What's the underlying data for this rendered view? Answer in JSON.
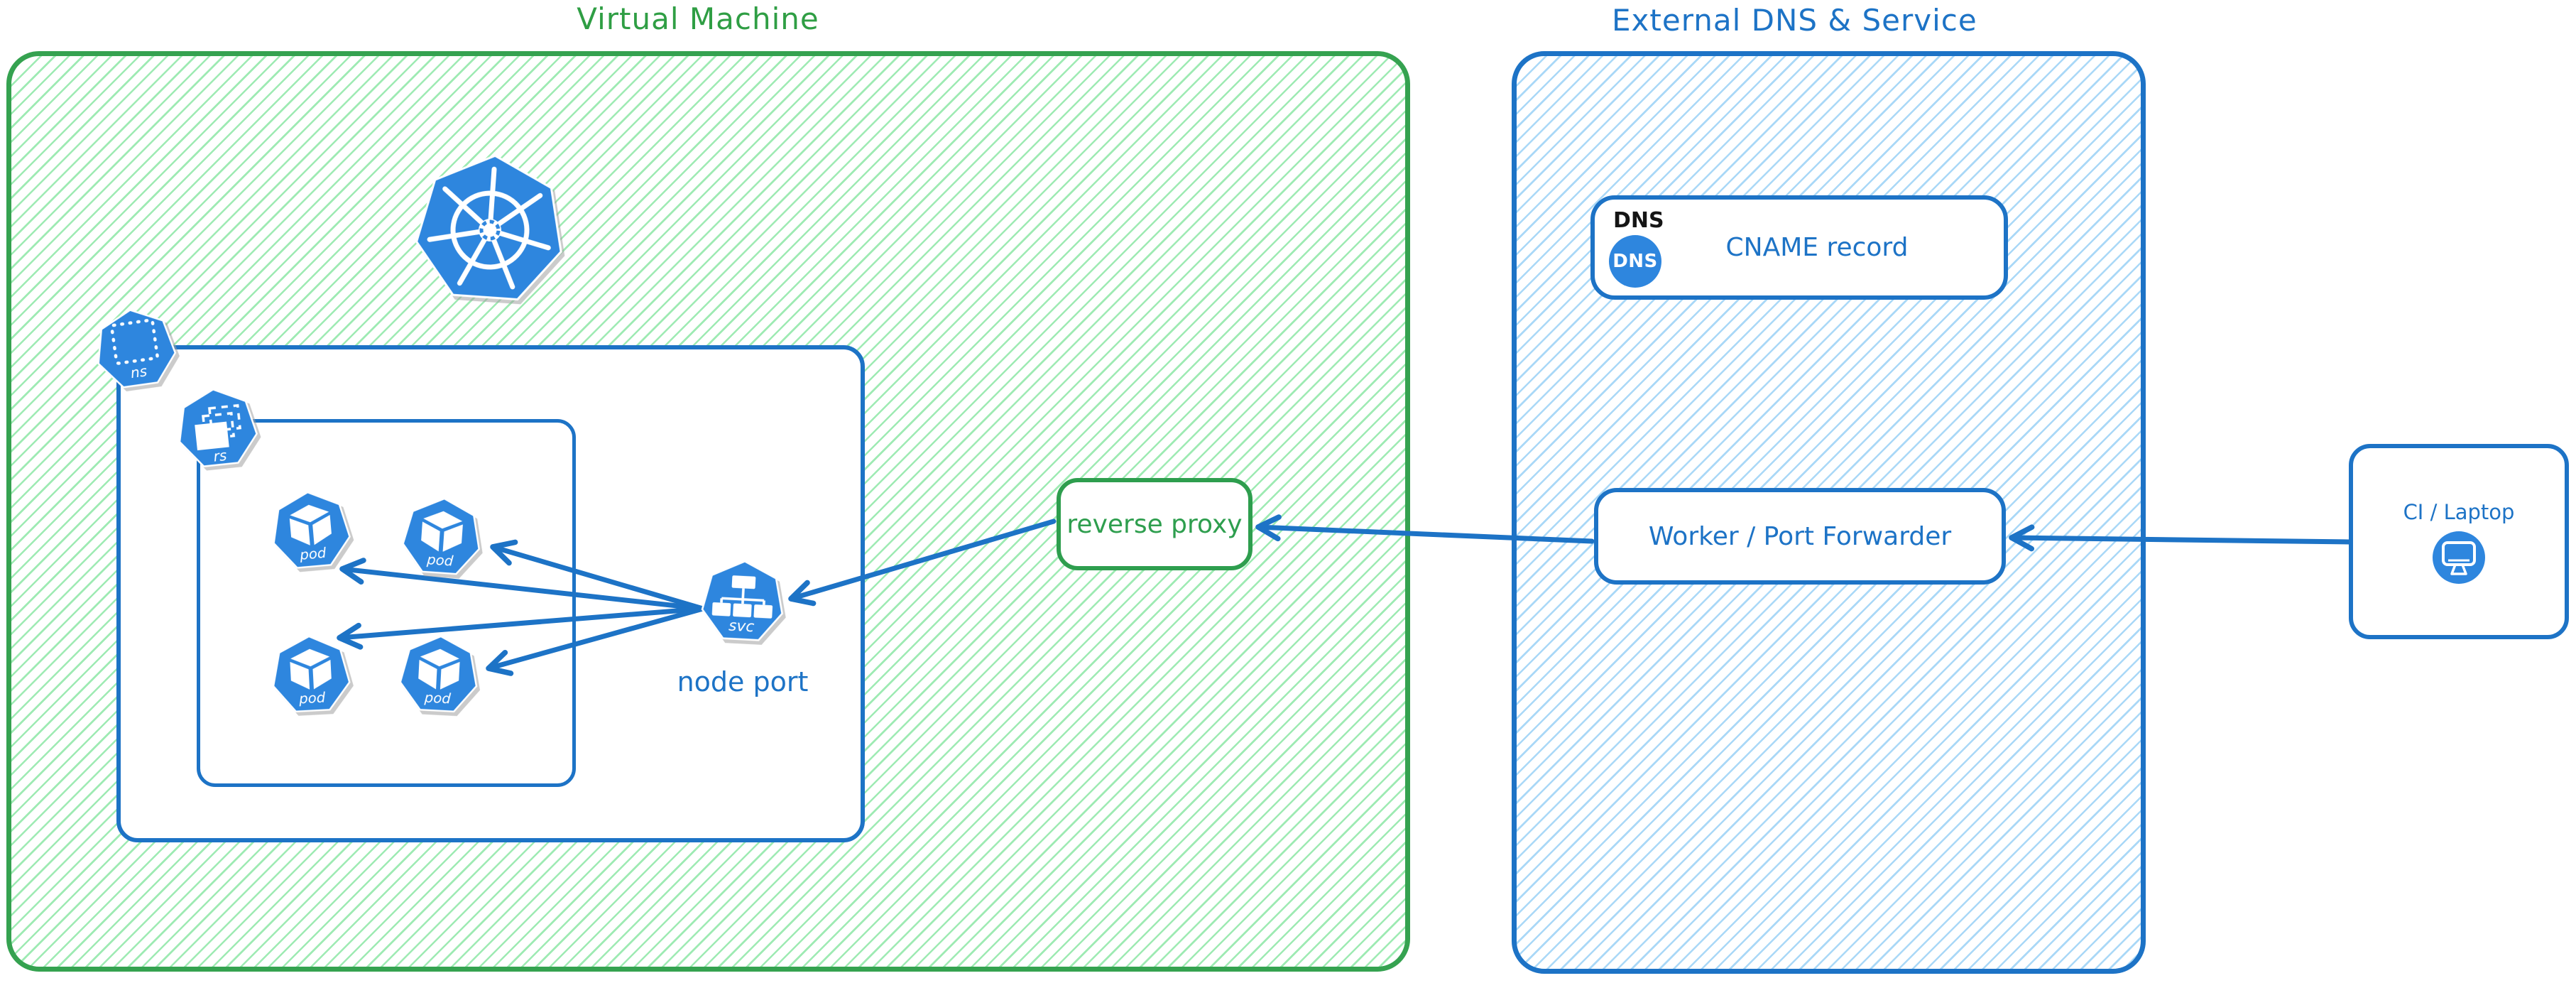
{
  "colors": {
    "green_stroke": "#2f9e44",
    "green_hatch": "#8de7a6",
    "blue_stroke": "#1d73c6",
    "blue_hatch": "#a0d4f6",
    "icon_blue": "#2e86de",
    "label_black": "#151515",
    "card_bg": "#ffffff"
  },
  "vm_group": {
    "title": "Virtual Machine"
  },
  "kubernetes": {
    "logo_name": "kubernetes-helm-logo",
    "namespace_icon_label": "ns",
    "replicaset_icon_label": "rs",
    "pod_icon_label": "pod",
    "pod_count": 4,
    "service_icon_label": "svc",
    "service_caption": "node port"
  },
  "reverse_proxy": {
    "label": "reverse proxy"
  },
  "external_group": {
    "title": "External DNS & Service",
    "dns_card": {
      "tag": "DNS",
      "icon_text": "DNS",
      "label": "CNAME record"
    },
    "worker_card": {
      "label": "Worker / Port Forwarder"
    }
  },
  "ci": {
    "label": "CI / Laptop"
  }
}
